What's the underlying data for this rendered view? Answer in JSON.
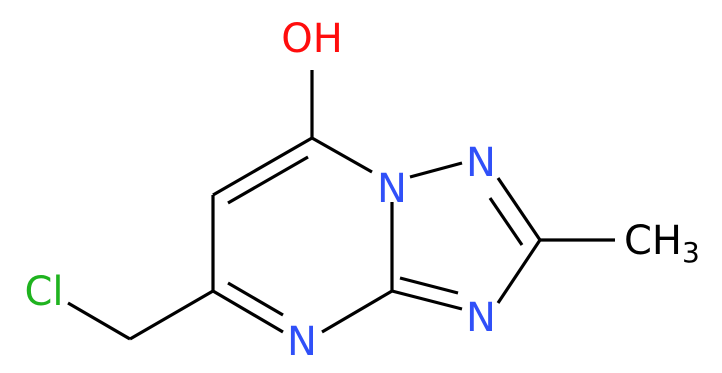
{
  "structure": {
    "atoms": {
      "hydroxyl": {
        "text": "OH",
        "color": "#ff0d0d"
      },
      "n_bridge": {
        "text": "N",
        "color": "#3050f8"
      },
      "n_triazole_upper": {
        "text": "N",
        "color": "#3050f8"
      },
      "n_triazole_lower": {
        "text": "N",
        "color": "#3050f8"
      },
      "n_pyrimidine": {
        "text": "N",
        "color": "#3050f8"
      },
      "chlorine": {
        "text": "Cl",
        "color": "#1fb31f"
      },
      "methyl": {
        "text": "CH",
        "subscript": "3",
        "color": "#000000"
      }
    },
    "bond_color": "#000000"
  }
}
